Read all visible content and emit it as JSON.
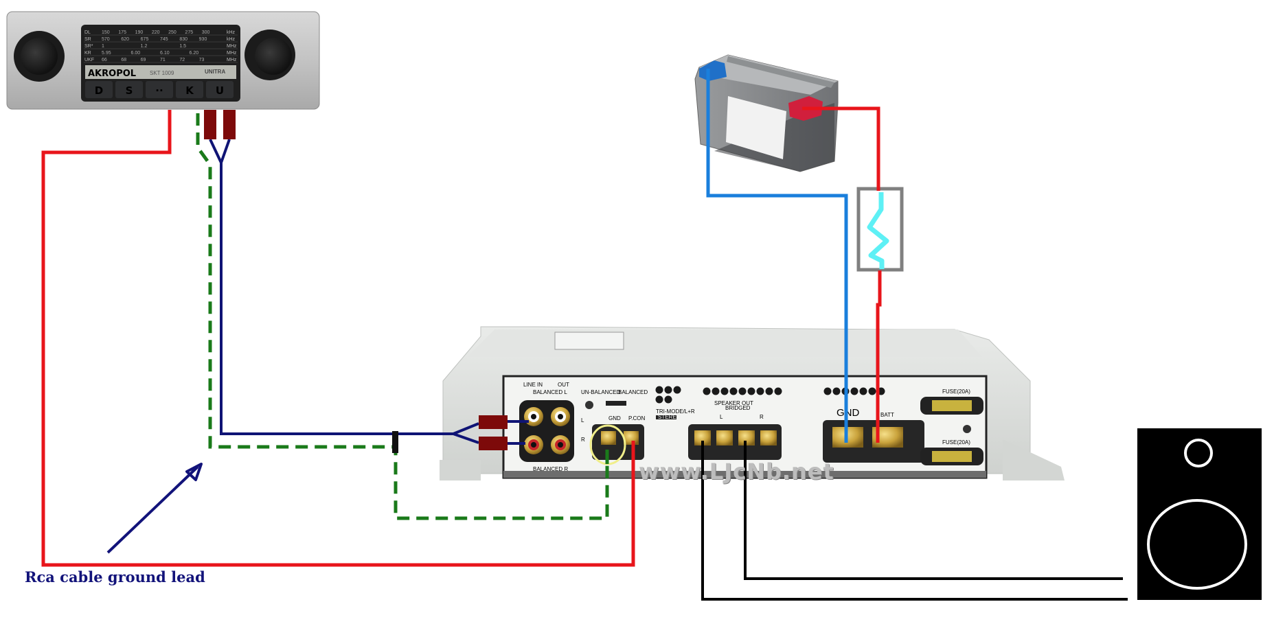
{
  "title": "Car amplifier wiring diagram",
  "radio": {
    "brand": "AKROPOL",
    "model": "SKT 1009",
    "maker": "UNITRA",
    "dial_rows": [
      {
        "band": "DL",
        "marks": [
          "150",
          "175",
          "190",
          "220",
          "250",
          "275",
          "300"
        ],
        "unit": "kHz"
      },
      {
        "band": "SR",
        "marks": [
          "570",
          "620",
          "675",
          "745",
          "830",
          "930"
        ],
        "unit": "kHz"
      },
      {
        "band": "SR*",
        "marks": [
          "1",
          "1.2",
          "1.5"
        ],
        "unit": "MHz"
      },
      {
        "band": "KR",
        "marks": [
          "5.95",
          "6.00",
          "6.10",
          "6.20"
        ],
        "unit": "MHz"
      },
      {
        "band": "UKF",
        "marks": [
          "66",
          "68",
          "69",
          "71",
          "72",
          "73"
        ],
        "unit": "MHz"
      }
    ],
    "buttons": [
      "D",
      "S",
      "··",
      "K",
      "U"
    ]
  },
  "amplifier": {
    "line_in": "LINE IN",
    "out": "OUT",
    "balanced_l": "BALANCED L",
    "balanced_r": "BALANCED R",
    "ch_l": "L",
    "ch_r": "R",
    "unbalanced": "UN-BALANCED",
    "balanced": "BALANCED",
    "gnd_small": "GND",
    "pcon": "P.CON",
    "trimode": "TRI-MODE/L+R",
    "stereo": "STEREO",
    "speaker_out": "SPEAKER OUT",
    "bridged": "BRIDGED",
    "speaker_l": "L",
    "speaker_r": "R",
    "gnd_power": "GND",
    "batt": "BATT",
    "fuse1": "FUSE(20A)",
    "fuse2": "FUSE(20A)"
  },
  "watermark": "www.LJcNb.net",
  "caption": "Rca cable ground lead",
  "colors": {
    "power_wire": "#e8151b",
    "ground_wire_battery": "#1a7fdc",
    "signal_wire": "#0f1475",
    "rca_ground_wire": "#1a7a1a",
    "speaker_wire": "#000000",
    "fuse_element": "#5ef0f5",
    "fuse_box": "#808080",
    "rca_plug": "#7d0a0a",
    "highlight_ring": "#f0ee8a"
  }
}
